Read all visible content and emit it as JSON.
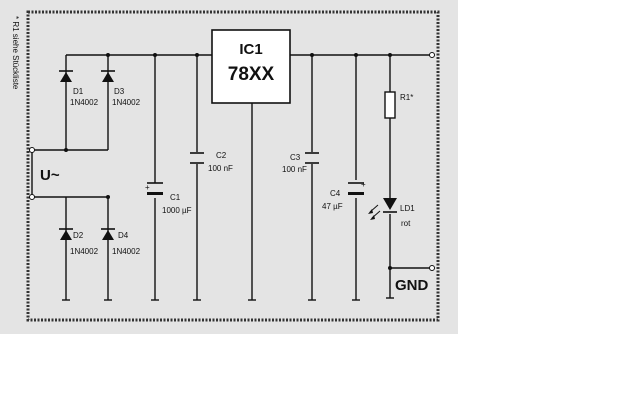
{
  "schematic": {
    "side_note": "* R1 siehe Stückliste",
    "input_label": "U~",
    "output_label": "GND",
    "regulator": {
      "name": "IC1",
      "type": "78XX"
    },
    "components": [
      {
        "ref": "D1",
        "value": "1N4002"
      },
      {
        "ref": "D3",
        "value": "1N4002"
      },
      {
        "ref": "D2",
        "value": "1N4002"
      },
      {
        "ref": "D4",
        "value": "1N4002"
      },
      {
        "ref": "C1",
        "value": "1000 µF"
      },
      {
        "ref": "C2",
        "value": "100 nF"
      },
      {
        "ref": "C3",
        "value": "100 nF"
      },
      {
        "ref": "C4",
        "value": "47 µF"
      },
      {
        "ref": "R1*",
        "value": ""
      },
      {
        "ref": "LD1",
        "value": "rot"
      }
    ],
    "polarity_mark": "+"
  }
}
